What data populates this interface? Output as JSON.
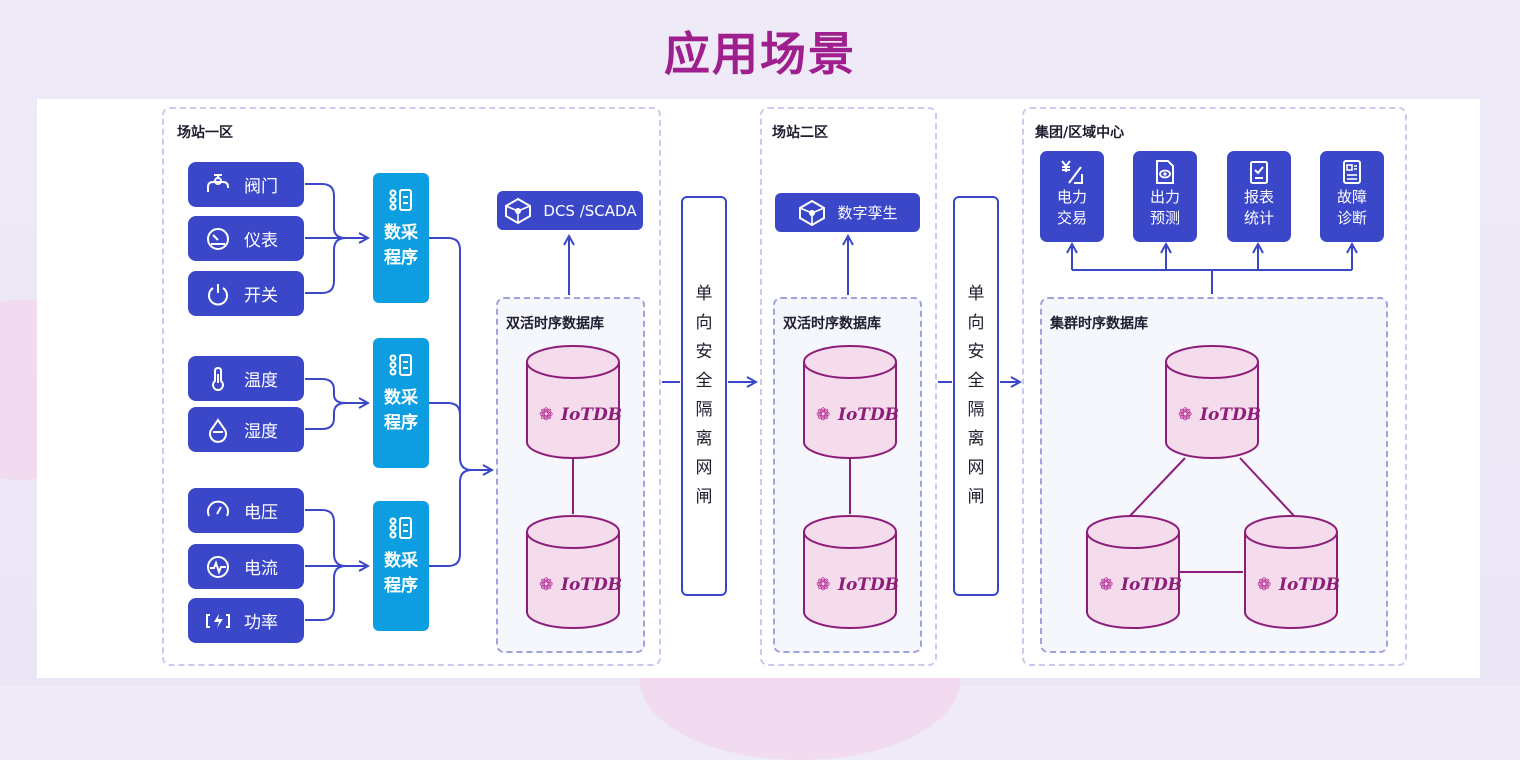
{
  "title": "应用场景",
  "colors": {
    "title": "#a01f8f",
    "node": "#3b47c9",
    "collector": "#0c9ee0",
    "cylinder_fill": "#f5dced",
    "cylinder_stroke": "#8c1d78",
    "zone_border": "#c9cbee"
  },
  "zones": {
    "station1": {
      "label": "场站一区",
      "groups": [
        {
          "sensors": [
            {
              "label": "阀门",
              "icon": "valve-icon"
            },
            {
              "label": "仪表",
              "icon": "gauge-icon"
            },
            {
              "label": "开关",
              "icon": "power-icon"
            }
          ],
          "collector": {
            "line1": "数采",
            "line2": "程序",
            "icon": "collector-icon"
          }
        },
        {
          "sensors": [
            {
              "label": "温度",
              "icon": "thermometer-icon"
            },
            {
              "label": "湿度",
              "icon": "droplet-icon"
            }
          ],
          "collector": {
            "line1": "数采",
            "line2": "程序",
            "icon": "collector-icon"
          }
        },
        {
          "sensors": [
            {
              "label": "电压",
              "icon": "voltmeter-icon"
            },
            {
              "label": "电流",
              "icon": "current-icon"
            },
            {
              "label": "功率",
              "icon": "battery-charge-icon"
            }
          ],
          "collector": {
            "line1": "数采",
            "line2": "程序",
            "icon": "collector-icon"
          }
        }
      ],
      "output": {
        "label": "DCS /SCADA",
        "icon": "network-icon"
      },
      "db": {
        "label": "双活时序数据库",
        "logo": "IoTDB"
      }
    },
    "station2": {
      "label": "场站二区",
      "output": {
        "label": "数字孪生",
        "icon": "network-icon"
      },
      "db": {
        "label": "双活时序数据库",
        "logo": "IoTDB"
      }
    },
    "center": {
      "label": "集团/区域中心",
      "apps": [
        {
          "line1": "电力",
          "line2": "交易",
          "icon": "yuan-icon"
        },
        {
          "line1": "出力",
          "line2": "预测",
          "icon": "document-eye-icon"
        },
        {
          "line1": "报表",
          "line2": "统计",
          "icon": "checklist-icon"
        },
        {
          "line1": "故障",
          "line2": "诊断",
          "icon": "diagnosis-icon"
        }
      ],
      "db": {
        "label": "集群时序数据库",
        "logo": "IoTDB"
      }
    }
  },
  "gateway": {
    "chars": [
      "单",
      "向",
      "安",
      "全",
      "隔",
      "离",
      "网",
      "闸"
    ]
  }
}
